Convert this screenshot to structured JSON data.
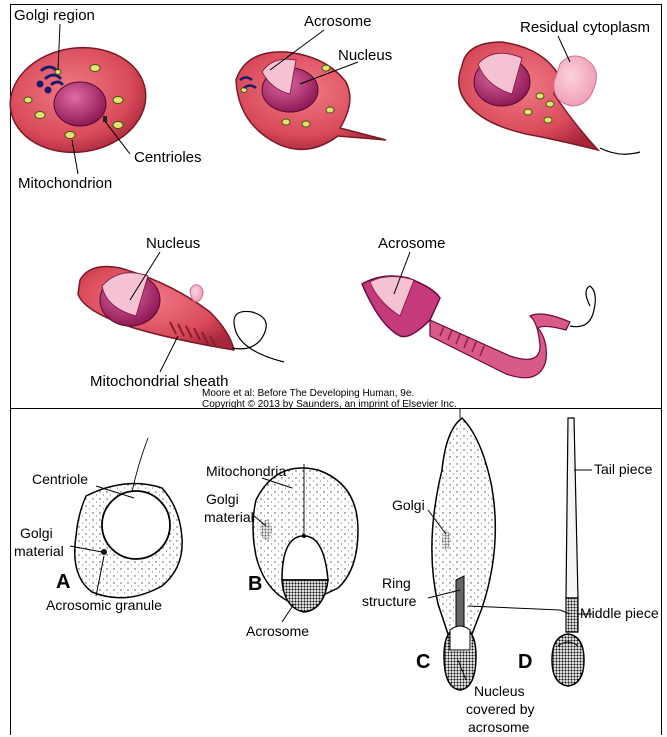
{
  "top_panel": {
    "labels": {
      "golgi_region": "Golgi region",
      "acrosome_1": "Acrosome",
      "nucleus_1": "Nucleus",
      "residual_cytoplasm": "Residual cytoplasm",
      "centrioles": "Centrioles",
      "mitochondrion": "Mitochondrion",
      "nucleus_2": "Nucleus",
      "acrosome_2": "Acrosome",
      "mitochondrial_sheath": "Mitochondrial sheath"
    },
    "credit_line_1": "Moore et al: Before The Developing Human, 9e.",
    "credit_line_2": "Copyright © 2013 by Saunders, an imprint of Elsevier Inc."
  },
  "bottom_panel": {
    "labels": {
      "centriole": "Centriole",
      "golgi_material_a_1": "Golgi",
      "golgi_material_a_2": "material",
      "acrosomic_granule": "Acrosomic granule",
      "mitochondria": "Mitochondria",
      "golgi_material_b_1": "Golgi",
      "golgi_material_b_2": "material",
      "acrosome": "Acrosome",
      "golgi_c": "Golgi",
      "ring_structure_1": "Ring",
      "ring_structure_2": "structure",
      "nucleus_covered_1": "Nucleus",
      "nucleus_covered_2": "covered by",
      "nucleus_covered_3": "acrosome",
      "tail_piece": "Tail piece",
      "middle_piece": "Middle piece"
    },
    "letters": {
      "a": "A",
      "b": "B",
      "c": "C",
      "d": "D"
    }
  },
  "colors": {
    "cell_body": "#d94a5a",
    "nucleus": "#a0205e",
    "acrosome": "#f4b6cc",
    "residual": "#f7b4c6",
    "golgi": "#1a1a6a"
  }
}
